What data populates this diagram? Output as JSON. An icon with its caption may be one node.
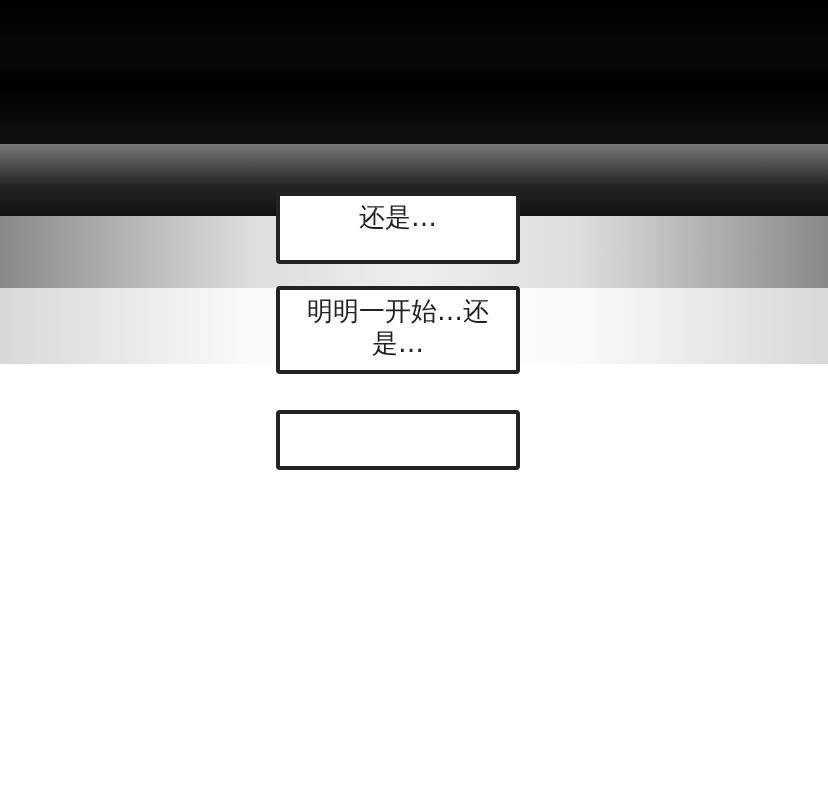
{
  "diagram": {
    "nodes": [
      {
        "text": [
          "还是…"
        ]
      },
      {
        "text": [
          "明明一开始…还是…"
        ]
      },
      {
        "text": [],
        "shape": "box"
      }
    ]
  }
}
